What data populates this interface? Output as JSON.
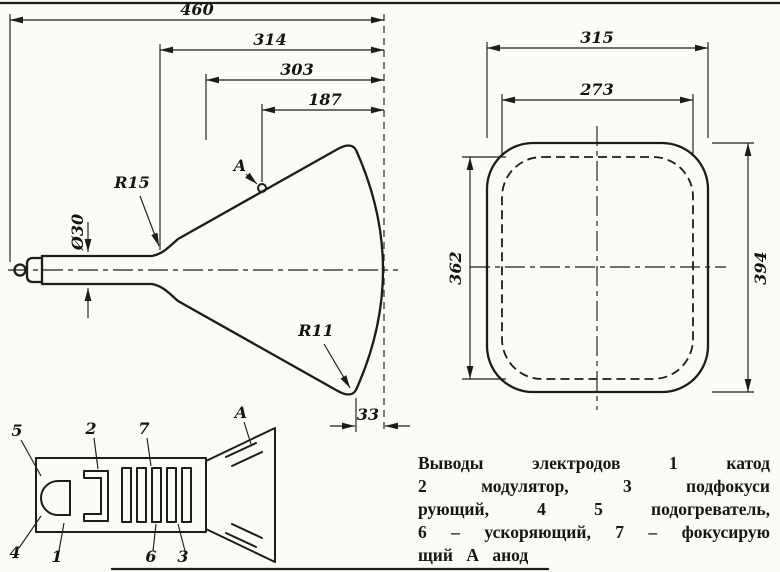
{
  "figure": {
    "type": "technical-drawing",
    "subject": "CRT kinescope outline drawing with overall dimensions, screen front view and electrode base diagram",
    "colors": {
      "ink": "#1c1c1c",
      "paper": "#fbfaf5"
    }
  },
  "side_view": {
    "dim_460": "460",
    "dim_314": "314",
    "dim_303": "303",
    "dim_187": "187",
    "dim_33": "33",
    "radius_top": "R15",
    "radius_bottom": "R11",
    "neck_diameter": "Ø30",
    "anode": "A"
  },
  "front_view": {
    "dim_width_outer": "315",
    "dim_width_screen": "273",
    "dim_height_left": "362",
    "dim_height_right": "394"
  },
  "base_view": {
    "pin_5": "5",
    "pin_2": "2",
    "pin_7": "7",
    "pin_a": "A",
    "pin_4": "4",
    "pin_1": "1",
    "pin_6": "6",
    "pin_3": "3"
  },
  "caption": {
    "lines": [
      "Выводы электродов 1 катод",
      "2 модулятор, 3 подфокуси",
      "рующий, 4 5 подогреватель,",
      "6 – ускоряющий, 7 – фокусирую",
      "щий А анод"
    ]
  }
}
